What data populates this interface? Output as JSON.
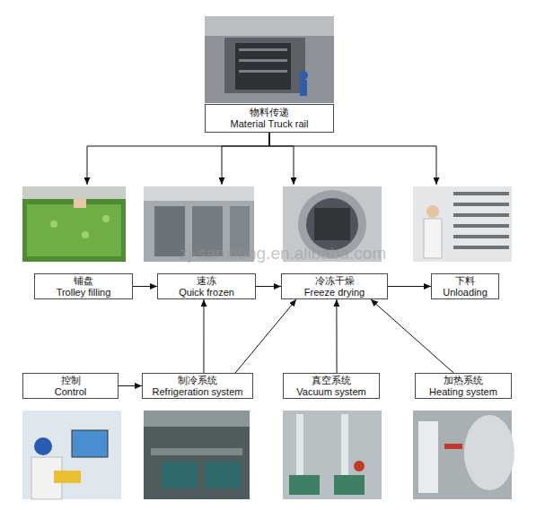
{
  "diagram": {
    "nodes": [
      {
        "text": [
          "物料传递",
          "Material Truck rail"
        ]
      },
      {
        "text": [
          "铺盘",
          "Trolley filling"
        ]
      },
      {
        "text": [
          "速冻",
          "Quick frozen"
        ]
      },
      {
        "text": [
          "冷冻干燥",
          "Freeze drying"
        ]
      },
      {
        "text": [
          "下料",
          "Unloading"
        ]
      },
      {
        "text": [
          "控制",
          "Control"
        ]
      },
      {
        "text": [
          "制冷系统",
          "Refrigeration system"
        ]
      },
      {
        "text": [
          "真空系统",
          "Vacuum system"
        ]
      },
      {
        "text": [
          "加热系统",
          "Heating system"
        ]
      }
    ],
    "edges": [
      {
        "from": 0,
        "to": 1,
        "arrow": "to"
      },
      {
        "from": 0,
        "to": 2,
        "arrow": "to"
      },
      {
        "from": 0,
        "to": 3,
        "arrow": "to"
      },
      {
        "from": 0,
        "to": 4,
        "arrow": "to"
      },
      {
        "from": 1,
        "to": 2,
        "arrow": "to"
      },
      {
        "from": 2,
        "to": 3,
        "arrow": "to"
      },
      {
        "from": 3,
        "to": 4,
        "arrow": "to"
      },
      {
        "from": 5,
        "to": 6,
        "arrow": "to"
      },
      {
        "from": 6,
        "to": 2,
        "arrow": "to"
      },
      {
        "from": 6,
        "to": 3,
        "arrow": "to"
      },
      {
        "from": 7,
        "to": 3,
        "arrow": "to"
      },
      {
        "from": 8,
        "to": 3,
        "arrow": "to"
      }
    ],
    "labels": [
      "zj-sanxiong.en.alibaba.com"
    ]
  }
}
